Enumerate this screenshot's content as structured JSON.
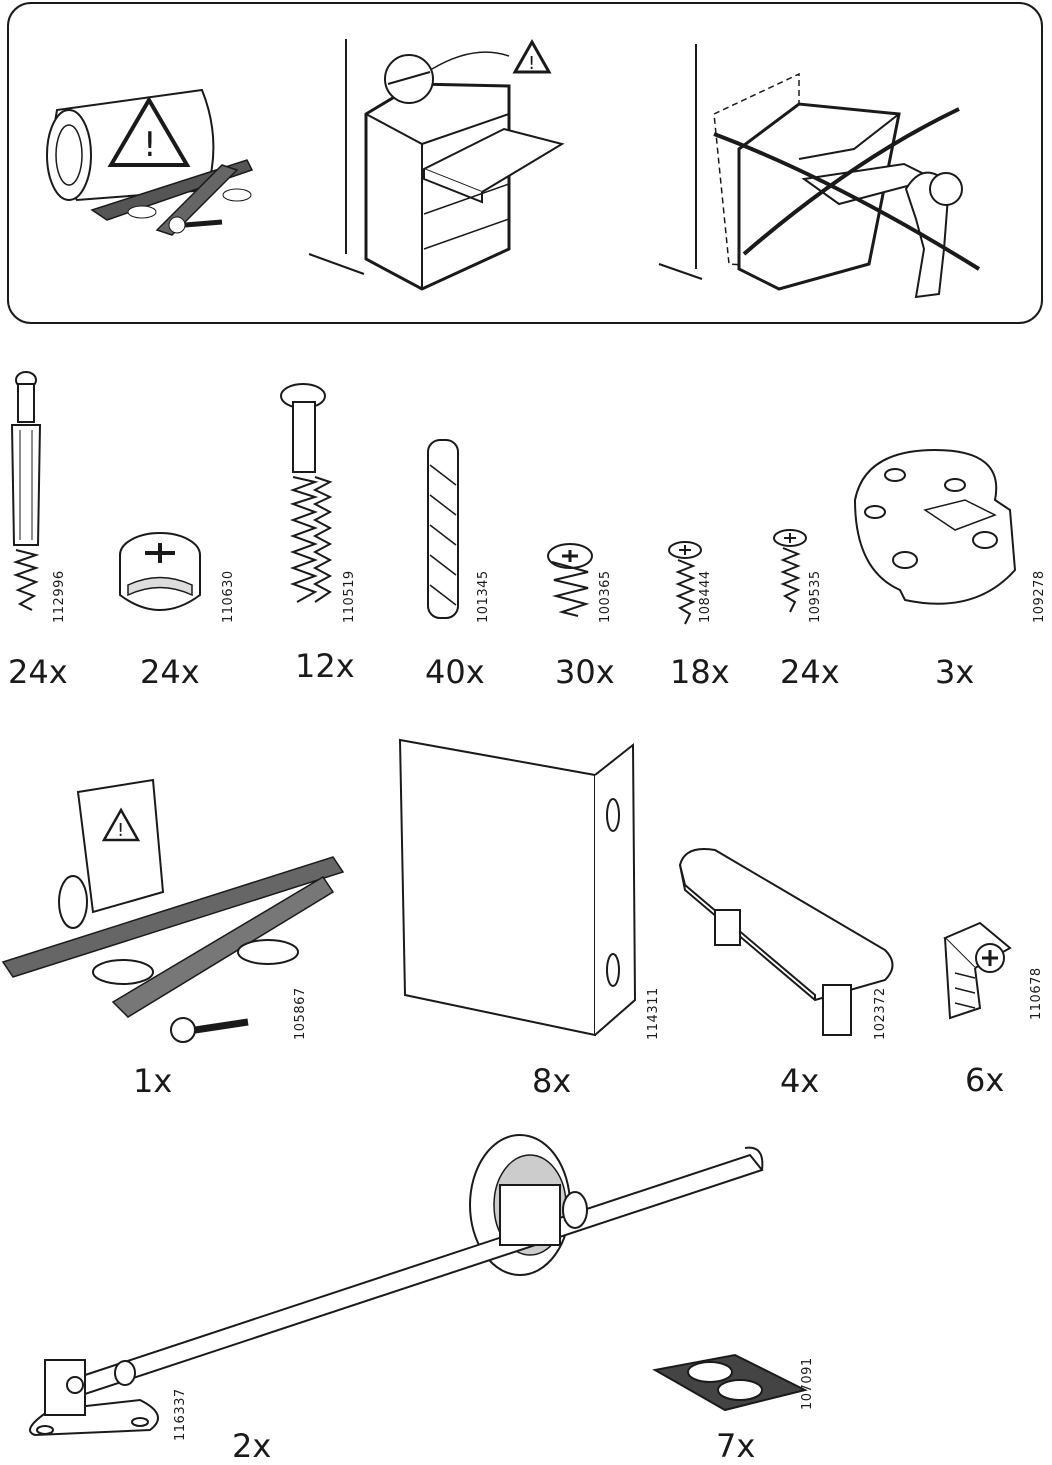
{
  "warning_panel": {
    "scenes": [
      {
        "name": "wall-anchor-kit-warning"
      },
      {
        "name": "attach-to-wall-correct"
      },
      {
        "name": "tip-over-forbidden"
      }
    ]
  },
  "parts": [
    {
      "code": "112996",
      "qty": "24x",
      "icon": "dowel-screw"
    },
    {
      "code": "110630",
      "qty": "24x",
      "icon": "cam-lock"
    },
    {
      "code": "110519",
      "qty": "12x",
      "icon": "threaded-bolt"
    },
    {
      "code": "101345",
      "qty": "40x",
      "icon": "wood-dowel"
    },
    {
      "code": "100365",
      "qty": "30x",
      "icon": "short-screw"
    },
    {
      "code": "108444",
      "qty": "18x",
      "icon": "wood-screw"
    },
    {
      "code": "109535",
      "qty": "24x",
      "icon": "wood-screw"
    },
    {
      "code": "109278",
      "qty": "3x",
      "icon": "connector-plate"
    },
    {
      "code": "105867",
      "qty": "1x",
      "icon": "wall-anchor-kit"
    },
    {
      "code": "114311",
      "qty": "8x",
      "icon": "angle-bracket"
    },
    {
      "code": "102372",
      "qty": "4x",
      "icon": "handle"
    },
    {
      "code": "110678",
      "qty": "6x",
      "icon": "corner-connector"
    },
    {
      "code": "116337",
      "qty": "2x",
      "icon": "drawer-stop-rod"
    },
    {
      "code": "107091",
      "qty": "7x",
      "icon": "bumper-pads"
    }
  ]
}
